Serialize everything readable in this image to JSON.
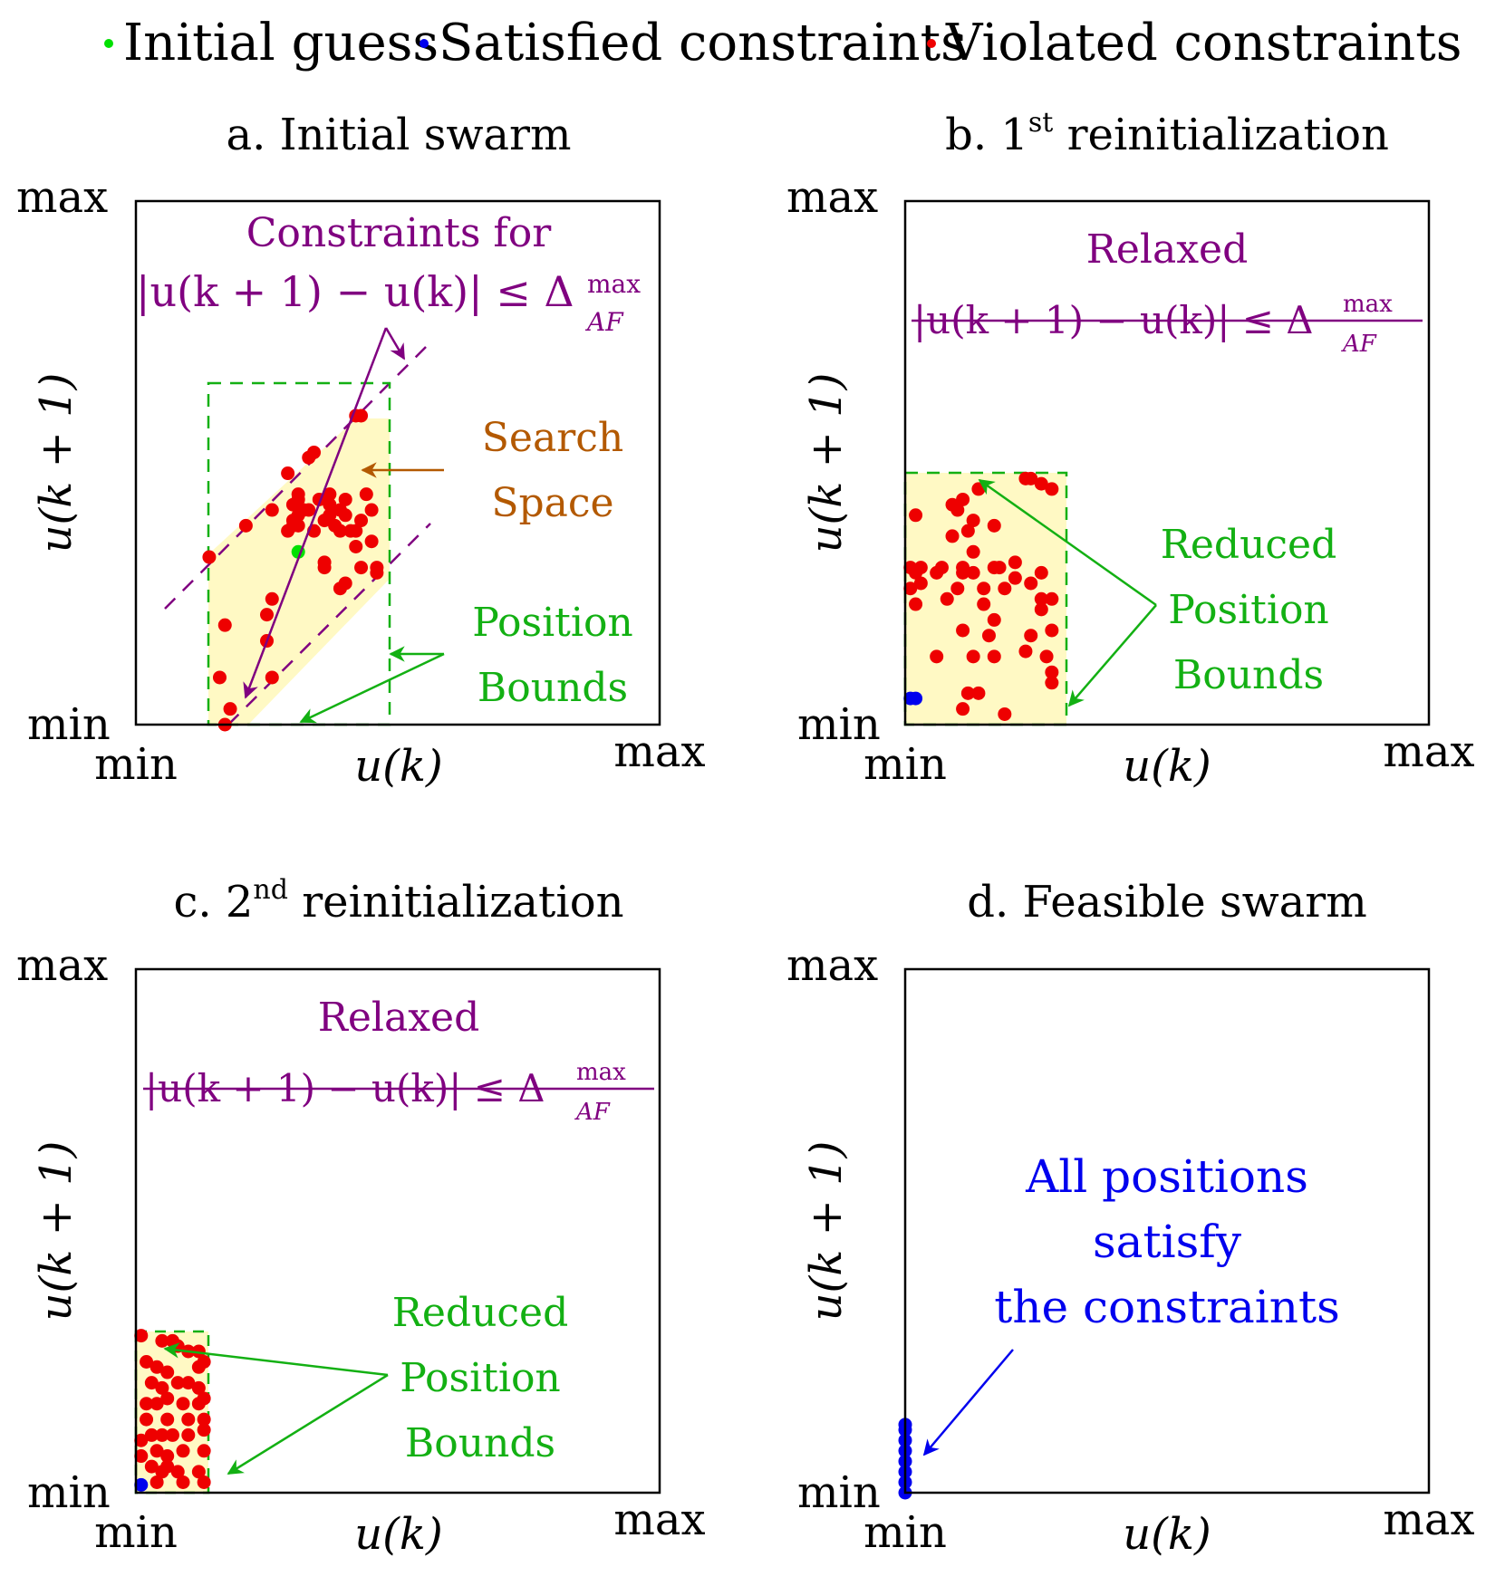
{
  "legend": [
    {
      "label": "Initial guess",
      "color": "#00e000"
    },
    {
      "label": "Satisfied constraints",
      "color": "#0000ee"
    },
    {
      "label": "Violated constraints",
      "color": "#ee0000"
    }
  ],
  "colors": {
    "purple": "#800080",
    "orange": "#b35900",
    "green": "#13b013",
    "blue": "#0000ee",
    "red": "#ee0000",
    "fill": "#fff9c4"
  },
  "axis": {
    "xlabel": "u(k)",
    "ylabel": "u(k + 1)",
    "min": "min",
    "max": "max"
  },
  "constraint": {
    "lhs": "|u(k + 1) − u(k)| ≤ Δ",
    "sup": "max",
    "sub": "AF"
  },
  "panels": {
    "a": {
      "title": "a.  Initial swarm",
      "constraints_for": "Constraints for",
      "search_space": [
        "Search",
        "Space"
      ],
      "position_bounds": [
        "Position",
        "Bounds"
      ]
    },
    "b": {
      "title_prefix": "b.  1",
      "title_sup": "st",
      "title_suffix": " reinitialization",
      "relaxed": "Relaxed",
      "reduced_bounds": [
        "Reduced",
        "Position",
        "Bounds"
      ]
    },
    "c": {
      "title_prefix": "c.  2",
      "title_sup": "nd",
      "title_suffix": " reinitialization",
      "relaxed": "Relaxed",
      "reduced_bounds": [
        "Reduced",
        "Position",
        "Bounds"
      ]
    },
    "d": {
      "title": "d.  Feasible swarm",
      "note": [
        "All positions",
        "satisfy",
        "the constraints"
      ]
    }
  },
  "points": {
    "a": {
      "initial": [
        [
          0.31,
          0.33
        ]
      ],
      "violated": [
        [
          0.42,
          0.59
        ],
        [
          0.43,
          0.59
        ],
        [
          0.34,
          0.52
        ],
        [
          0.33,
          0.51
        ],
        [
          0.29,
          0.48
        ],
        [
          0.31,
          0.44
        ],
        [
          0.31,
          0.43
        ],
        [
          0.3,
          0.42
        ],
        [
          0.32,
          0.41
        ],
        [
          0.3,
          0.39
        ],
        [
          0.3,
          0.38
        ],
        [
          0.29,
          0.37
        ],
        [
          0.33,
          0.41
        ],
        [
          0.35,
          0.43
        ],
        [
          0.37,
          0.44
        ],
        [
          0.39,
          0.41
        ],
        [
          0.4,
          0.4
        ],
        [
          0.44,
          0.44
        ],
        [
          0.43,
          0.39
        ],
        [
          0.45,
          0.41
        ],
        [
          0.41,
          0.37
        ],
        [
          0.39,
          0.37
        ],
        [
          0.42,
          0.37
        ],
        [
          0.42,
          0.34
        ],
        [
          0.45,
          0.35
        ],
        [
          0.43,
          0.3
        ],
        [
          0.46,
          0.3
        ],
        [
          0.46,
          0.29
        ],
        [
          0.4,
          0.27
        ],
        [
          0.39,
          0.26
        ],
        [
          0.36,
          0.3
        ],
        [
          0.26,
          0.41
        ],
        [
          0.21,
          0.38
        ],
        [
          0.14,
          0.32
        ],
        [
          0.26,
          0.24
        ],
        [
          0.25,
          0.21
        ],
        [
          0.17,
          0.19
        ],
        [
          0.25,
          0.16
        ],
        [
          0.16,
          0.09
        ],
        [
          0.26,
          0.09
        ],
        [
          0.18,
          0.03
        ],
        [
          0.17,
          0.0
        ],
        [
          0.37,
          0.42
        ],
        [
          0.34,
          0.37
        ],
        [
          0.37,
          0.4
        ],
        [
          0.31,
          0.4
        ],
        [
          0.36,
          0.39
        ],
        [
          0.38,
          0.38
        ],
        [
          0.36,
          0.31
        ],
        [
          0.4,
          0.43
        ],
        [
          0.31,
          0.38
        ]
      ],
      "satisfied": []
    },
    "b": {
      "violated": [
        [
          0.14,
          0.45
        ],
        [
          0.23,
          0.47
        ],
        [
          0.24,
          0.47
        ],
        [
          0.26,
          0.46
        ],
        [
          0.28,
          0.45
        ],
        [
          0.11,
          0.43
        ],
        [
          0.09,
          0.42
        ],
        [
          0.1,
          0.41
        ],
        [
          0.02,
          0.4
        ],
        [
          0.03,
          0.3
        ],
        [
          0.01,
          0.3
        ],
        [
          0.02,
          0.29
        ],
        [
          0.03,
          0.27
        ],
        [
          0.01,
          0.26
        ],
        [
          0.02,
          0.23
        ],
        [
          0.13,
          0.39
        ],
        [
          0.12,
          0.37
        ],
        [
          0.09,
          0.36
        ],
        [
          0.17,
          0.38
        ],
        [
          0.13,
          0.33
        ],
        [
          0.11,
          0.3
        ],
        [
          0.06,
          0.29
        ],
        [
          0.08,
          0.24
        ],
        [
          0.07,
          0.3
        ],
        [
          0.11,
          0.29
        ],
        [
          0.13,
          0.29
        ],
        [
          0.17,
          0.3
        ],
        [
          0.18,
          0.3
        ],
        [
          0.21,
          0.31
        ],
        [
          0.26,
          0.29
        ],
        [
          0.28,
          0.24
        ],
        [
          0.15,
          0.26
        ],
        [
          0.15,
          0.23
        ],
        [
          0.17,
          0.2
        ],
        [
          0.16,
          0.17
        ],
        [
          0.11,
          0.18
        ],
        [
          0.1,
          0.26
        ],
        [
          0.19,
          0.26
        ],
        [
          0.21,
          0.28
        ],
        [
          0.24,
          0.27
        ],
        [
          0.26,
          0.24
        ],
        [
          0.26,
          0.22
        ],
        [
          0.28,
          0.18
        ],
        [
          0.24,
          0.17
        ],
        [
          0.28,
          0.1
        ],
        [
          0.28,
          0.08
        ],
        [
          0.23,
          0.14
        ],
        [
          0.17,
          0.13
        ],
        [
          0.13,
          0.13
        ],
        [
          0.06,
          0.13
        ],
        [
          0.12,
          0.06
        ],
        [
          0.14,
          0.06
        ],
        [
          0.11,
          0.03
        ],
        [
          0.19,
          0.02
        ],
        [
          0.27,
          0.13
        ]
      ],
      "satisfied": [
        [
          0.01,
          0.05
        ],
        [
          0.02,
          0.05
        ]
      ]
    },
    "c": {
      "violated": [
        [
          0.01,
          0.3
        ],
        [
          0.05,
          0.29
        ],
        [
          0.07,
          0.29
        ],
        [
          0.08,
          0.28
        ],
        [
          0.1,
          0.27
        ],
        [
          0.12,
          0.27
        ],
        [
          0.13,
          0.25
        ],
        [
          0.02,
          0.25
        ],
        [
          0.04,
          0.24
        ],
        [
          0.06,
          0.23
        ],
        [
          0.12,
          0.24
        ],
        [
          0.03,
          0.21
        ],
        [
          0.05,
          0.2
        ],
        [
          0.08,
          0.21
        ],
        [
          0.1,
          0.21
        ],
        [
          0.12,
          0.2
        ],
        [
          0.13,
          0.18
        ],
        [
          0.02,
          0.17
        ],
        [
          0.04,
          0.17
        ],
        [
          0.06,
          0.18
        ],
        [
          0.09,
          0.17
        ],
        [
          0.12,
          0.17
        ],
        [
          0.02,
          0.14
        ],
        [
          0.06,
          0.14
        ],
        [
          0.1,
          0.14
        ],
        [
          0.13,
          0.14
        ],
        [
          0.03,
          0.11
        ],
        [
          0.05,
          0.11
        ],
        [
          0.07,
          0.11
        ],
        [
          0.1,
          0.11
        ],
        [
          0.13,
          0.12
        ],
        [
          0.04,
          0.08
        ],
        [
          0.06,
          0.07
        ],
        [
          0.09,
          0.08
        ],
        [
          0.01,
          0.07
        ],
        [
          0.03,
          0.05
        ],
        [
          0.05,
          0.04
        ],
        [
          0.06,
          0.05
        ],
        [
          0.08,
          0.04
        ],
        [
          0.12,
          0.04
        ],
        [
          0.13,
          0.02
        ],
        [
          0.09,
          0.02
        ],
        [
          0.04,
          0.02
        ],
        [
          0.01,
          0.1
        ],
        [
          0.13,
          0.08
        ]
      ],
      "satisfied": [
        [
          0.01,
          0.015
        ]
      ]
    },
    "d": {
      "violated": [],
      "satisfied": [
        [
          0.0,
          0.0
        ],
        [
          0.0,
          0.02
        ],
        [
          0.0,
          0.04
        ],
        [
          0.0,
          0.06
        ],
        [
          0.0,
          0.08
        ],
        [
          0.0,
          0.1
        ],
        [
          0.0,
          0.12
        ],
        [
          0.0,
          0.13
        ]
      ]
    }
  }
}
